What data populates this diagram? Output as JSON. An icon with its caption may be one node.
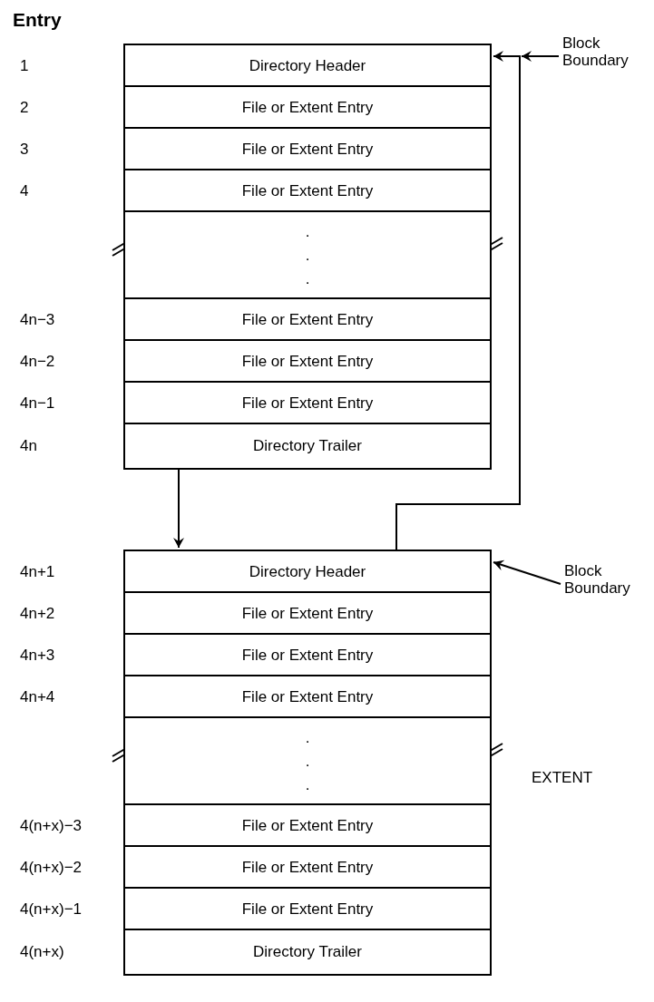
{
  "diagram": {
    "nodes": [
      {
        "text": [
          "Block Boundary"
        ]
      },
      {
        "text": [
          "Directory Header"
        ]
      },
      {
        "text": [
          "File or Extent Entry"
        ]
      },
      {
        "text": [
          "File or Extent Entry"
        ]
      },
      {
        "text": [
          "File or Extent Entry"
        ]
      },
      {
        "text": [
          ". . ."
        ]
      },
      {
        "text": [
          "File or Extent Entry"
        ]
      },
      {
        "text": [
          "File or Extent Entry"
        ]
      },
      {
        "text": [
          "File or Extent Entry"
        ]
      },
      {
        "text": [
          "Directory Trailer"
        ]
      },
      {
        "text": [
          "Block Boundary"
        ]
      },
      {
        "text": [
          "Directory Header"
        ]
      },
      {
        "text": [
          "File or Extent Entry"
        ]
      },
      {
        "text": [
          "File or Extent Entry"
        ]
      },
      {
        "text": [
          "File or Extent Entry"
        ]
      },
      {
        "text": [
          ". . ."
        ]
      },
      {
        "text": [
          "File or Extent Entry"
        ]
      },
      {
        "text": [
          "File or Extent Entry"
        ]
      },
      {
        "text": [
          "File or Extent Entry"
        ]
      },
      {
        "text": [
          "Directory Trailer"
        ]
      }
    ],
    "edges": [
      {
        "from": 0,
        "to": null,
        "arrow": "to"
      },
      {
        "from": 11,
        "to": 1,
        "arrow": "to"
      },
      {
        "from": 9,
        "to": 11,
        "arrow": "to"
      },
      {
        "from": 10,
        "to": 11,
        "arrow": "to"
      }
    ],
    "labels": [
      "Entry",
      "1",
      "2",
      "3",
      "4",
      "4n−3",
      "4n−2",
      "4n−1",
      "4n",
      "4n+1",
      "4n+2",
      "4n+3",
      "4n+4",
      "EXTENT",
      "4(n+x)−3",
      "4(n+x)−2",
      "4(n+x)−1",
      "4(n+x)"
    ]
  }
}
